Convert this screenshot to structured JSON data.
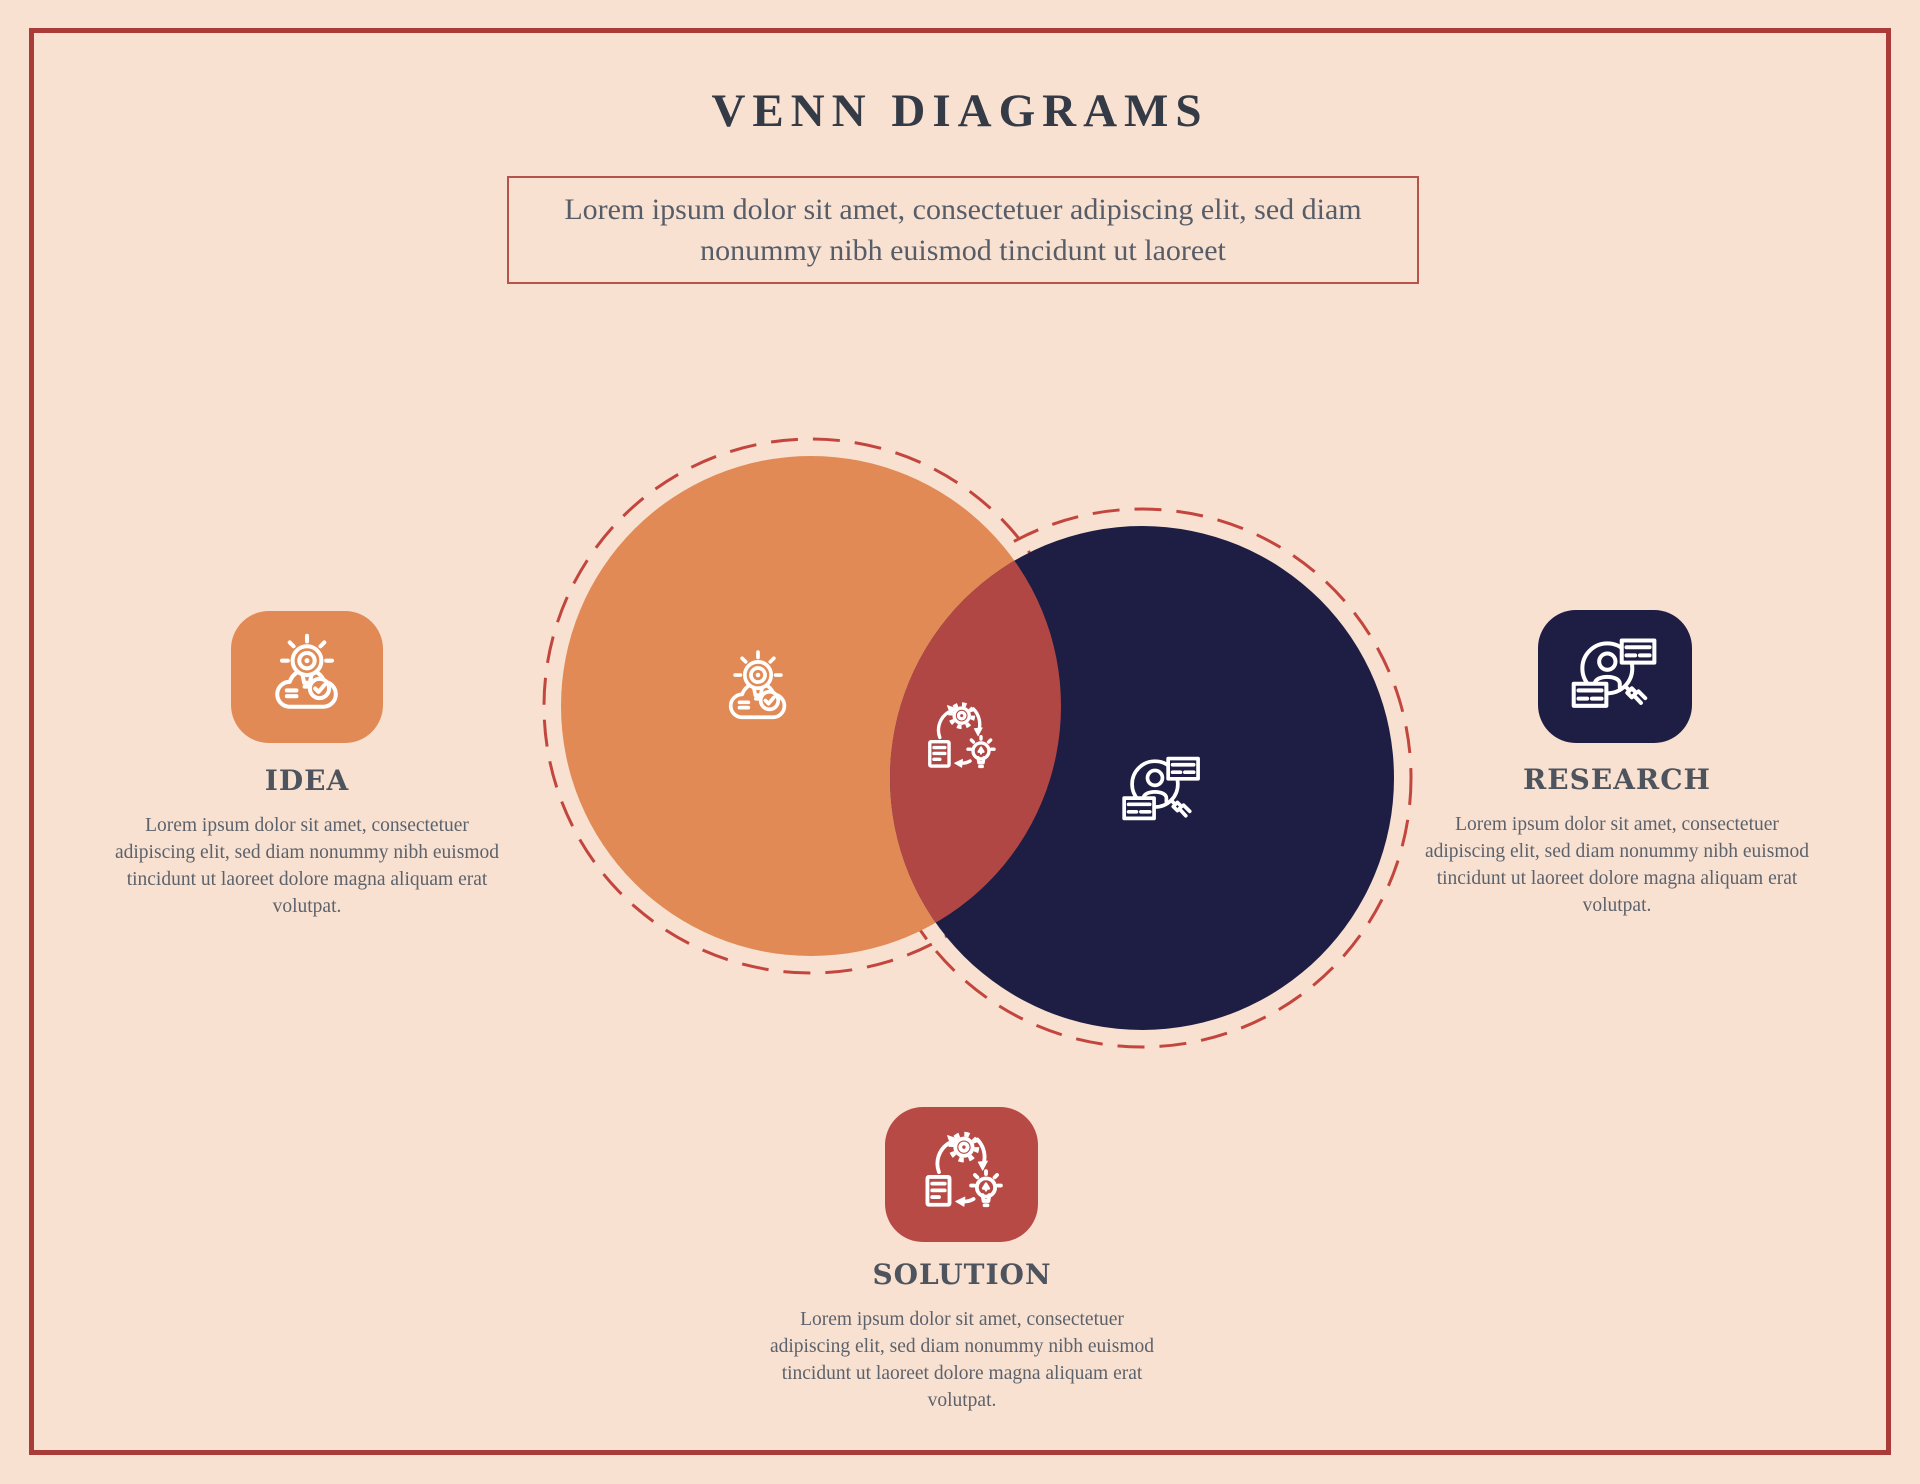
{
  "title": "VENN DIAGRAMS",
  "subtitle": "Lorem ipsum dolor sit amet, consectetuer adipiscing elit, sed diam nonummy nibh euismod tincidunt ut laoreet",
  "venn": {
    "type": "venn-diagram",
    "left_circle": {
      "label": "IDEA",
      "color": "#e18a55",
      "outline": "dashed"
    },
    "right_circle": {
      "label": "RESEARCH",
      "color": "#1e1d44",
      "outline": "dashed"
    },
    "intersection": {
      "label": "SOLUTION",
      "color": "#b14745"
    },
    "outline_color": "#c2463e"
  },
  "sections": {
    "idea": {
      "label": "IDEA",
      "icon": "idea-lightbulb-cloud-icon",
      "color": "#e18a55",
      "description": "Lorem ipsum dolor sit amet, consectetuer adipiscing elit, sed diam nonummy nibh euismod tincidunt ut laoreet dolore magna aliquam erat volutpat."
    },
    "research": {
      "label": "RESEARCH",
      "icon": "research-magnifier-person-icon",
      "color": "#1e1d44",
      "description": "Lorem ipsum dolor sit amet, consectetuer adipiscing elit, sed diam nonummy nibh euismod tincidunt ut laoreet dolore magna aliquam erat volutpat."
    },
    "solution": {
      "label": "SOLUTION",
      "icon": "solution-process-cycle-icon",
      "color": "#b84a46",
      "description": "Lorem ipsum dolor sit amet, consectetuer adipiscing elit, sed diam nonummy nibh euismod tincidunt ut laoreet dolore magna aliquam erat volutpat."
    }
  },
  "colors": {
    "background": "#f8e1d1",
    "frame_border": "#a93b39",
    "title_text": "#343a46",
    "heading_text": "#4e545e",
    "body_text": "#5c626c",
    "subtitle_border": "#b5544c",
    "icon_stroke": "#ffffff"
  }
}
